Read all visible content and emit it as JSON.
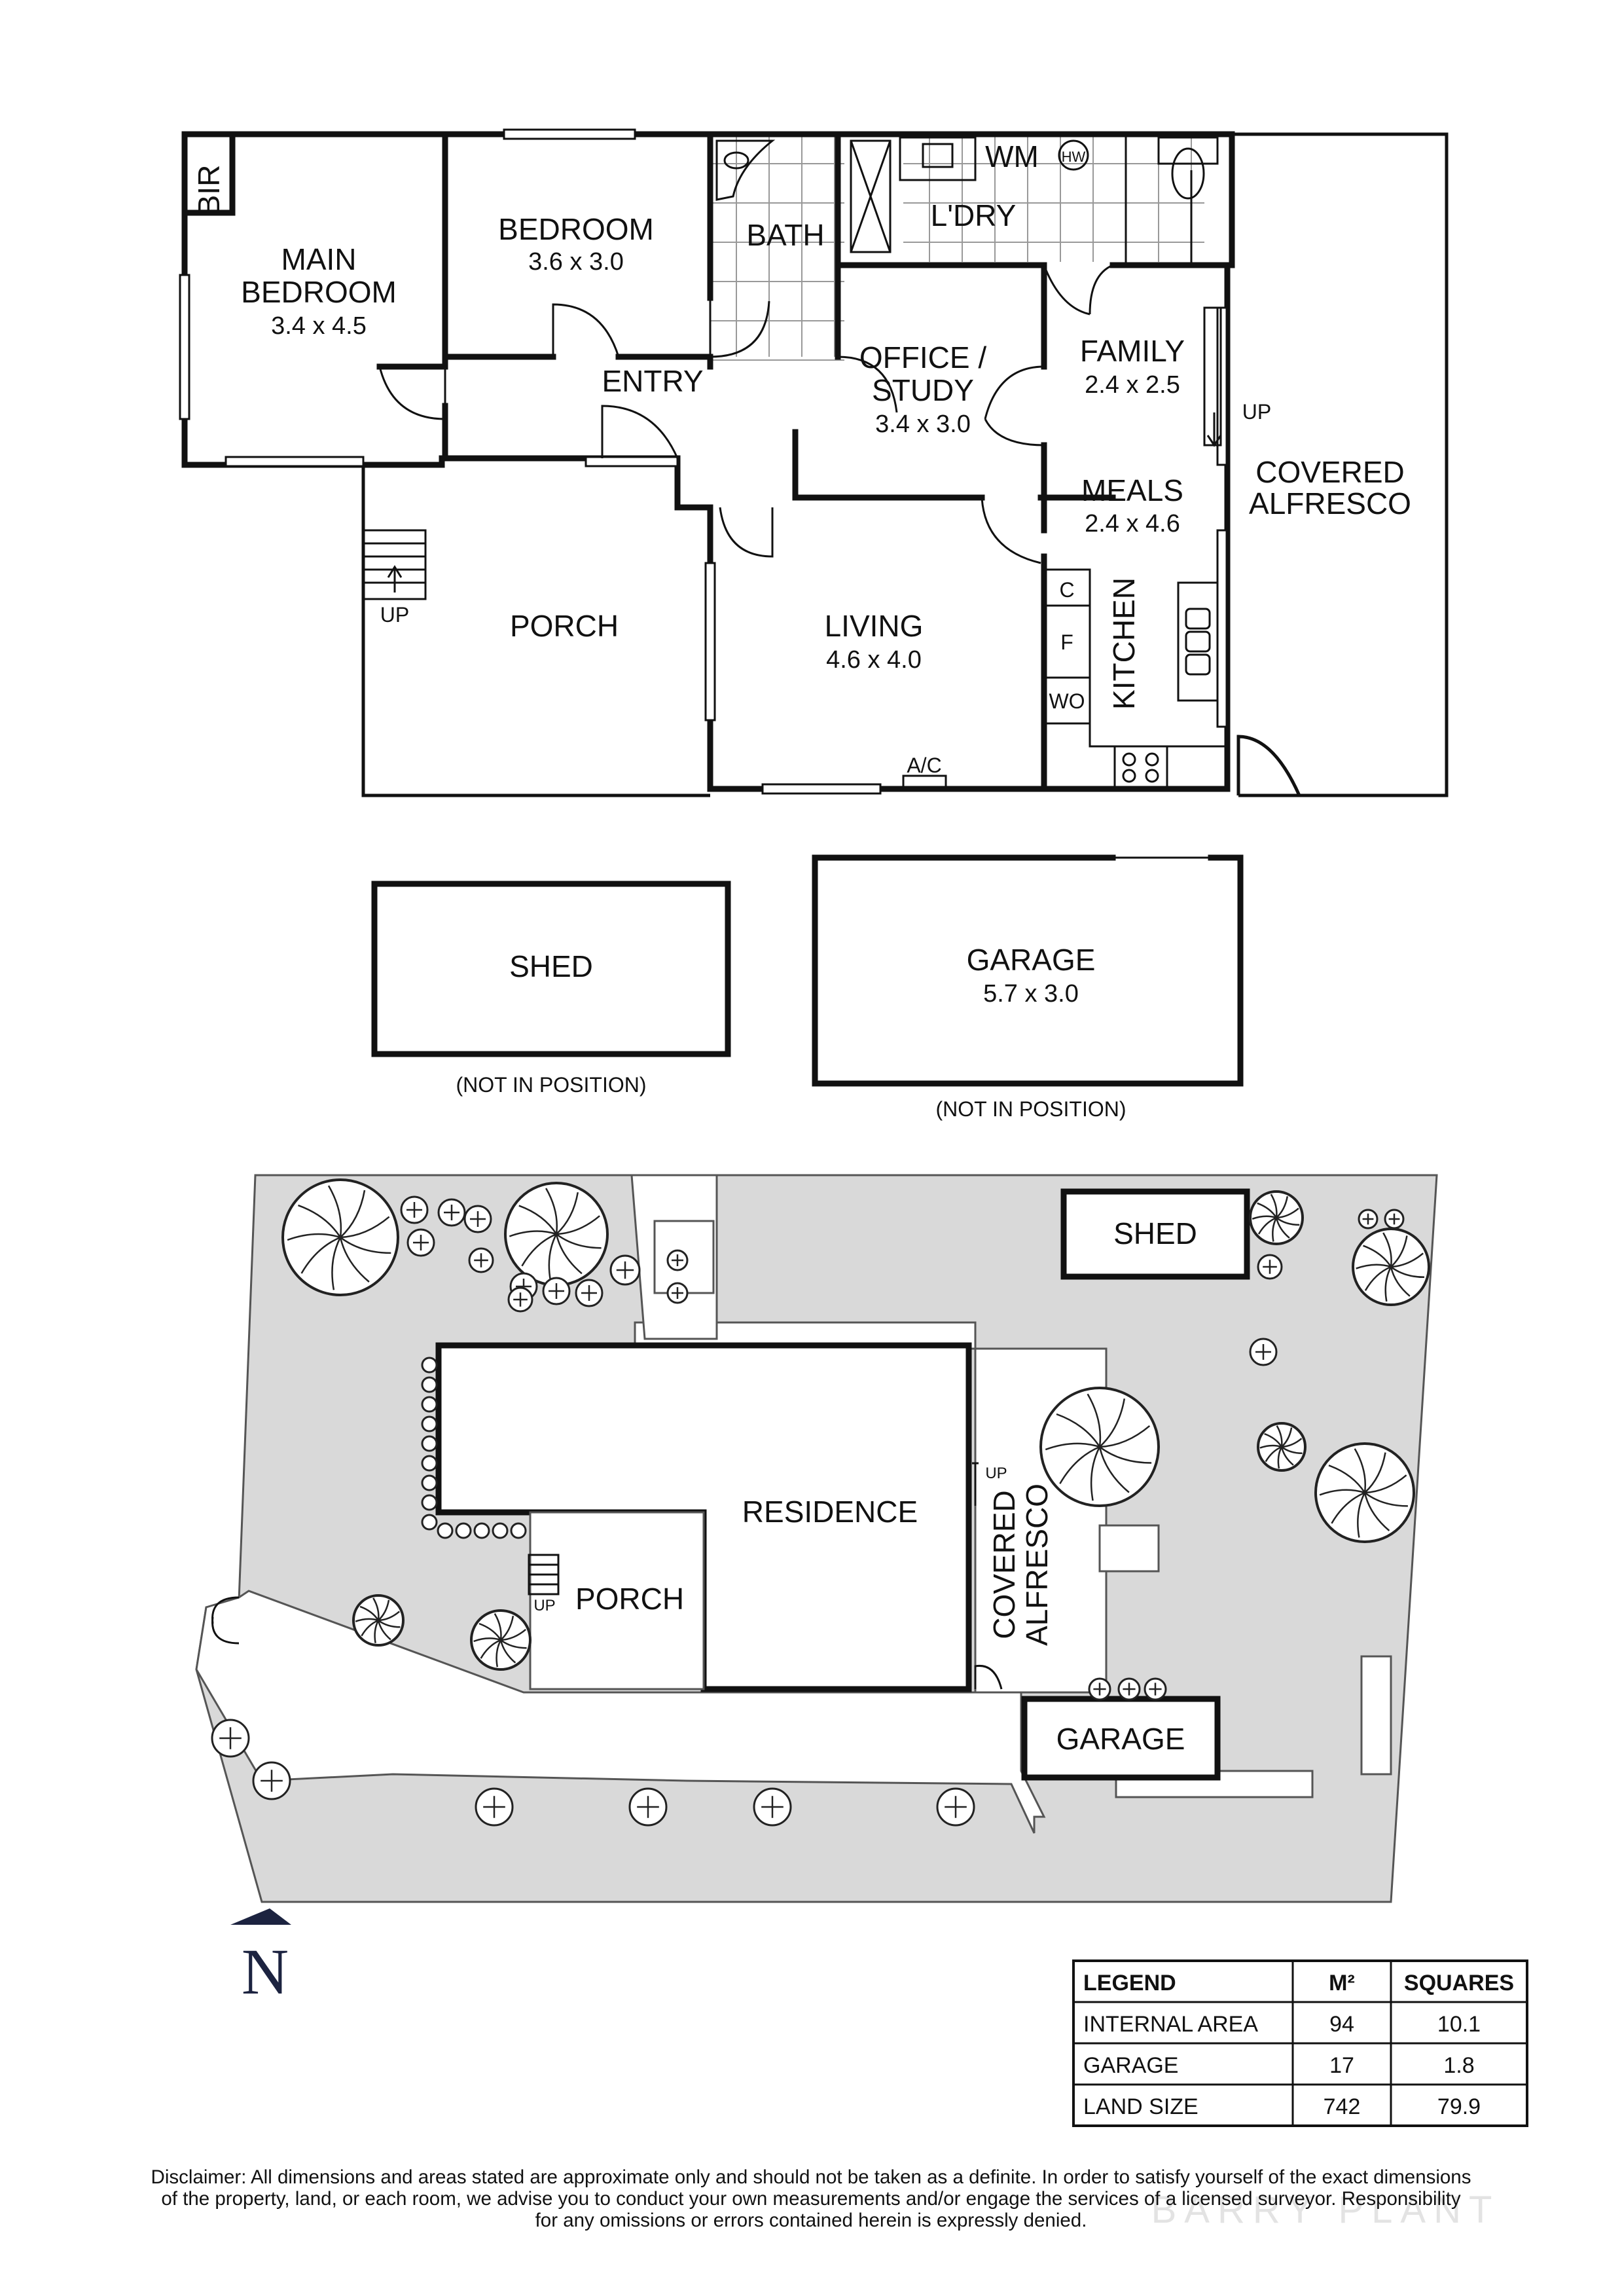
{
  "rooms": {
    "bir": "BIR",
    "main_bedroom_line1": "MAIN",
    "main_bedroom_line2": "BEDROOM",
    "main_bedroom_dim": "3.4 x 4.5",
    "bedroom": "BEDROOM",
    "bedroom_dim": "3.6 x 3.0",
    "bath": "BATH",
    "wm": "WM",
    "hw": "HW",
    "laundry": "L'DRY",
    "entry": "ENTRY",
    "office_line1": "OFFICE /",
    "office_line2": "STUDY",
    "office_dim": "3.4 x 3.0",
    "family": "FAMILY",
    "family_dim": "2.4 x 2.5",
    "meals": "MEALS",
    "meals_dim": "2.4 x 4.6",
    "covered_alfresco_line1": "COVERED",
    "covered_alfresco_line2": "ALFRESCO",
    "porch": "PORCH",
    "living": "LIVING",
    "living_dim": "4.6 x 4.0",
    "ac": "A/C",
    "kitchen": "KITCHEN",
    "c": "C",
    "f": "F",
    "wo": "WO",
    "up": "UP"
  },
  "outbuildings": {
    "shed": "SHED",
    "shed_note": "(NOT IN POSITION)",
    "garage": "GARAGE",
    "garage_dim": "5.7 x 3.0",
    "garage_note": "(NOT IN POSITION)"
  },
  "site": {
    "shed": "SHED",
    "residence": "RESIDENCE",
    "porch": "PORCH",
    "covered": "COVERED",
    "alfresco": "ALFRESCO",
    "garage": "GARAGE",
    "up": "UP"
  },
  "north": "N",
  "legend": {
    "headers": [
      "LEGEND",
      "M²",
      "SQUARES"
    ],
    "rows": [
      {
        "label": "INTERNAL AREA",
        "m2": "94",
        "squares": "10.1"
      },
      {
        "label": "GARAGE",
        "m2": "17",
        "squares": "1.8"
      },
      {
        "label": "LAND SIZE",
        "m2": "742",
        "squares": "79.9"
      }
    ]
  },
  "disclaimer": {
    "line1": "Disclaimer: All dimensions and areas stated are approximate only and should not be taken as a definite. In order to satisfy yourself of the exact dimensions",
    "line2": "of the property, land, or each room, we advise you to conduct your own measurements and/or engage the services of a licensed surveyor. Responsibility",
    "line3": "for any omissions or errors contained herein is expressly denied."
  },
  "watermark": "BARRY PLANT"
}
